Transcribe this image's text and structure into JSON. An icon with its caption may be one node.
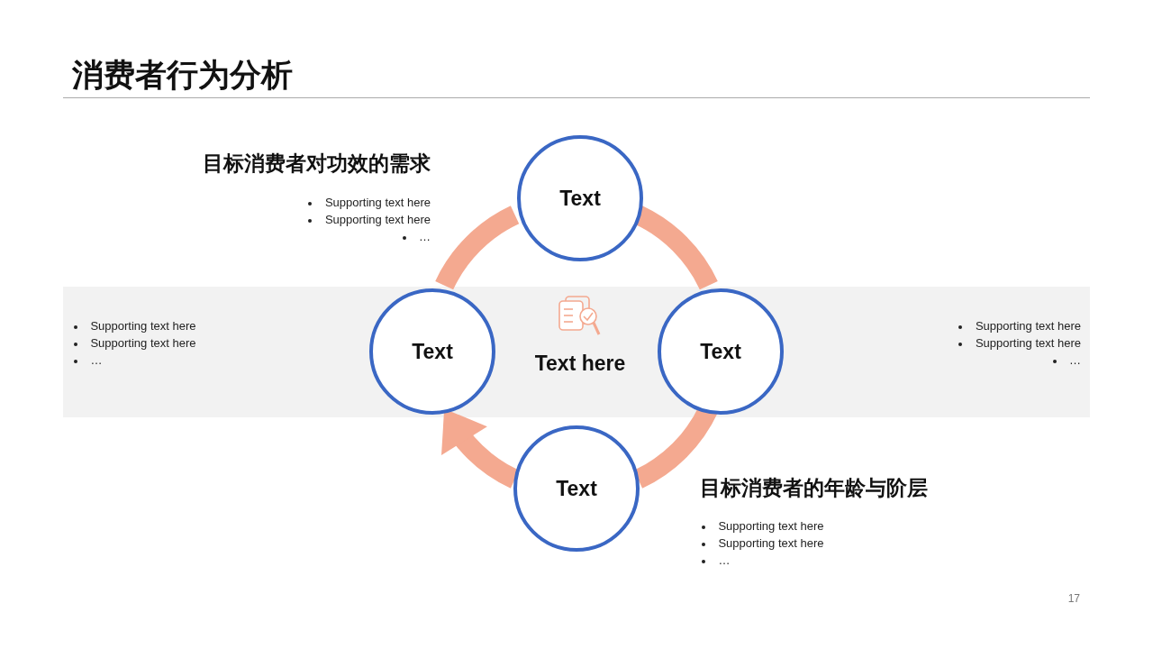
{
  "diagram": {
    "title": "消费者行为分析",
    "nodes": [
      {
        "text": [
          "Text"
        ]
      },
      {
        "text": [
          "Text"
        ]
      },
      {
        "text": [
          "Text"
        ]
      },
      {
        "text": [
          "Text"
        ]
      }
    ],
    "edges": [
      {
        "from": 0,
        "to": 2,
        "arrow": "none"
      },
      {
        "from": 2,
        "to": 3,
        "arrow": "none"
      },
      {
        "from": 3,
        "to": 1,
        "arrow": "to"
      },
      {
        "from": 1,
        "to": 0,
        "arrow": "none"
      }
    ],
    "labels": [
      "目标消费者对功效的需求",
      "Supporting text here",
      "Supporting text here",
      "…",
      "Supporting text here",
      "Supporting text here",
      "…",
      "Text here",
      "Supporting text here",
      "Supporting text here",
      "…",
      "目标消费者的年龄与阶层",
      "Supporting text here",
      "Supporting text here",
      "…",
      "17"
    ]
  }
}
